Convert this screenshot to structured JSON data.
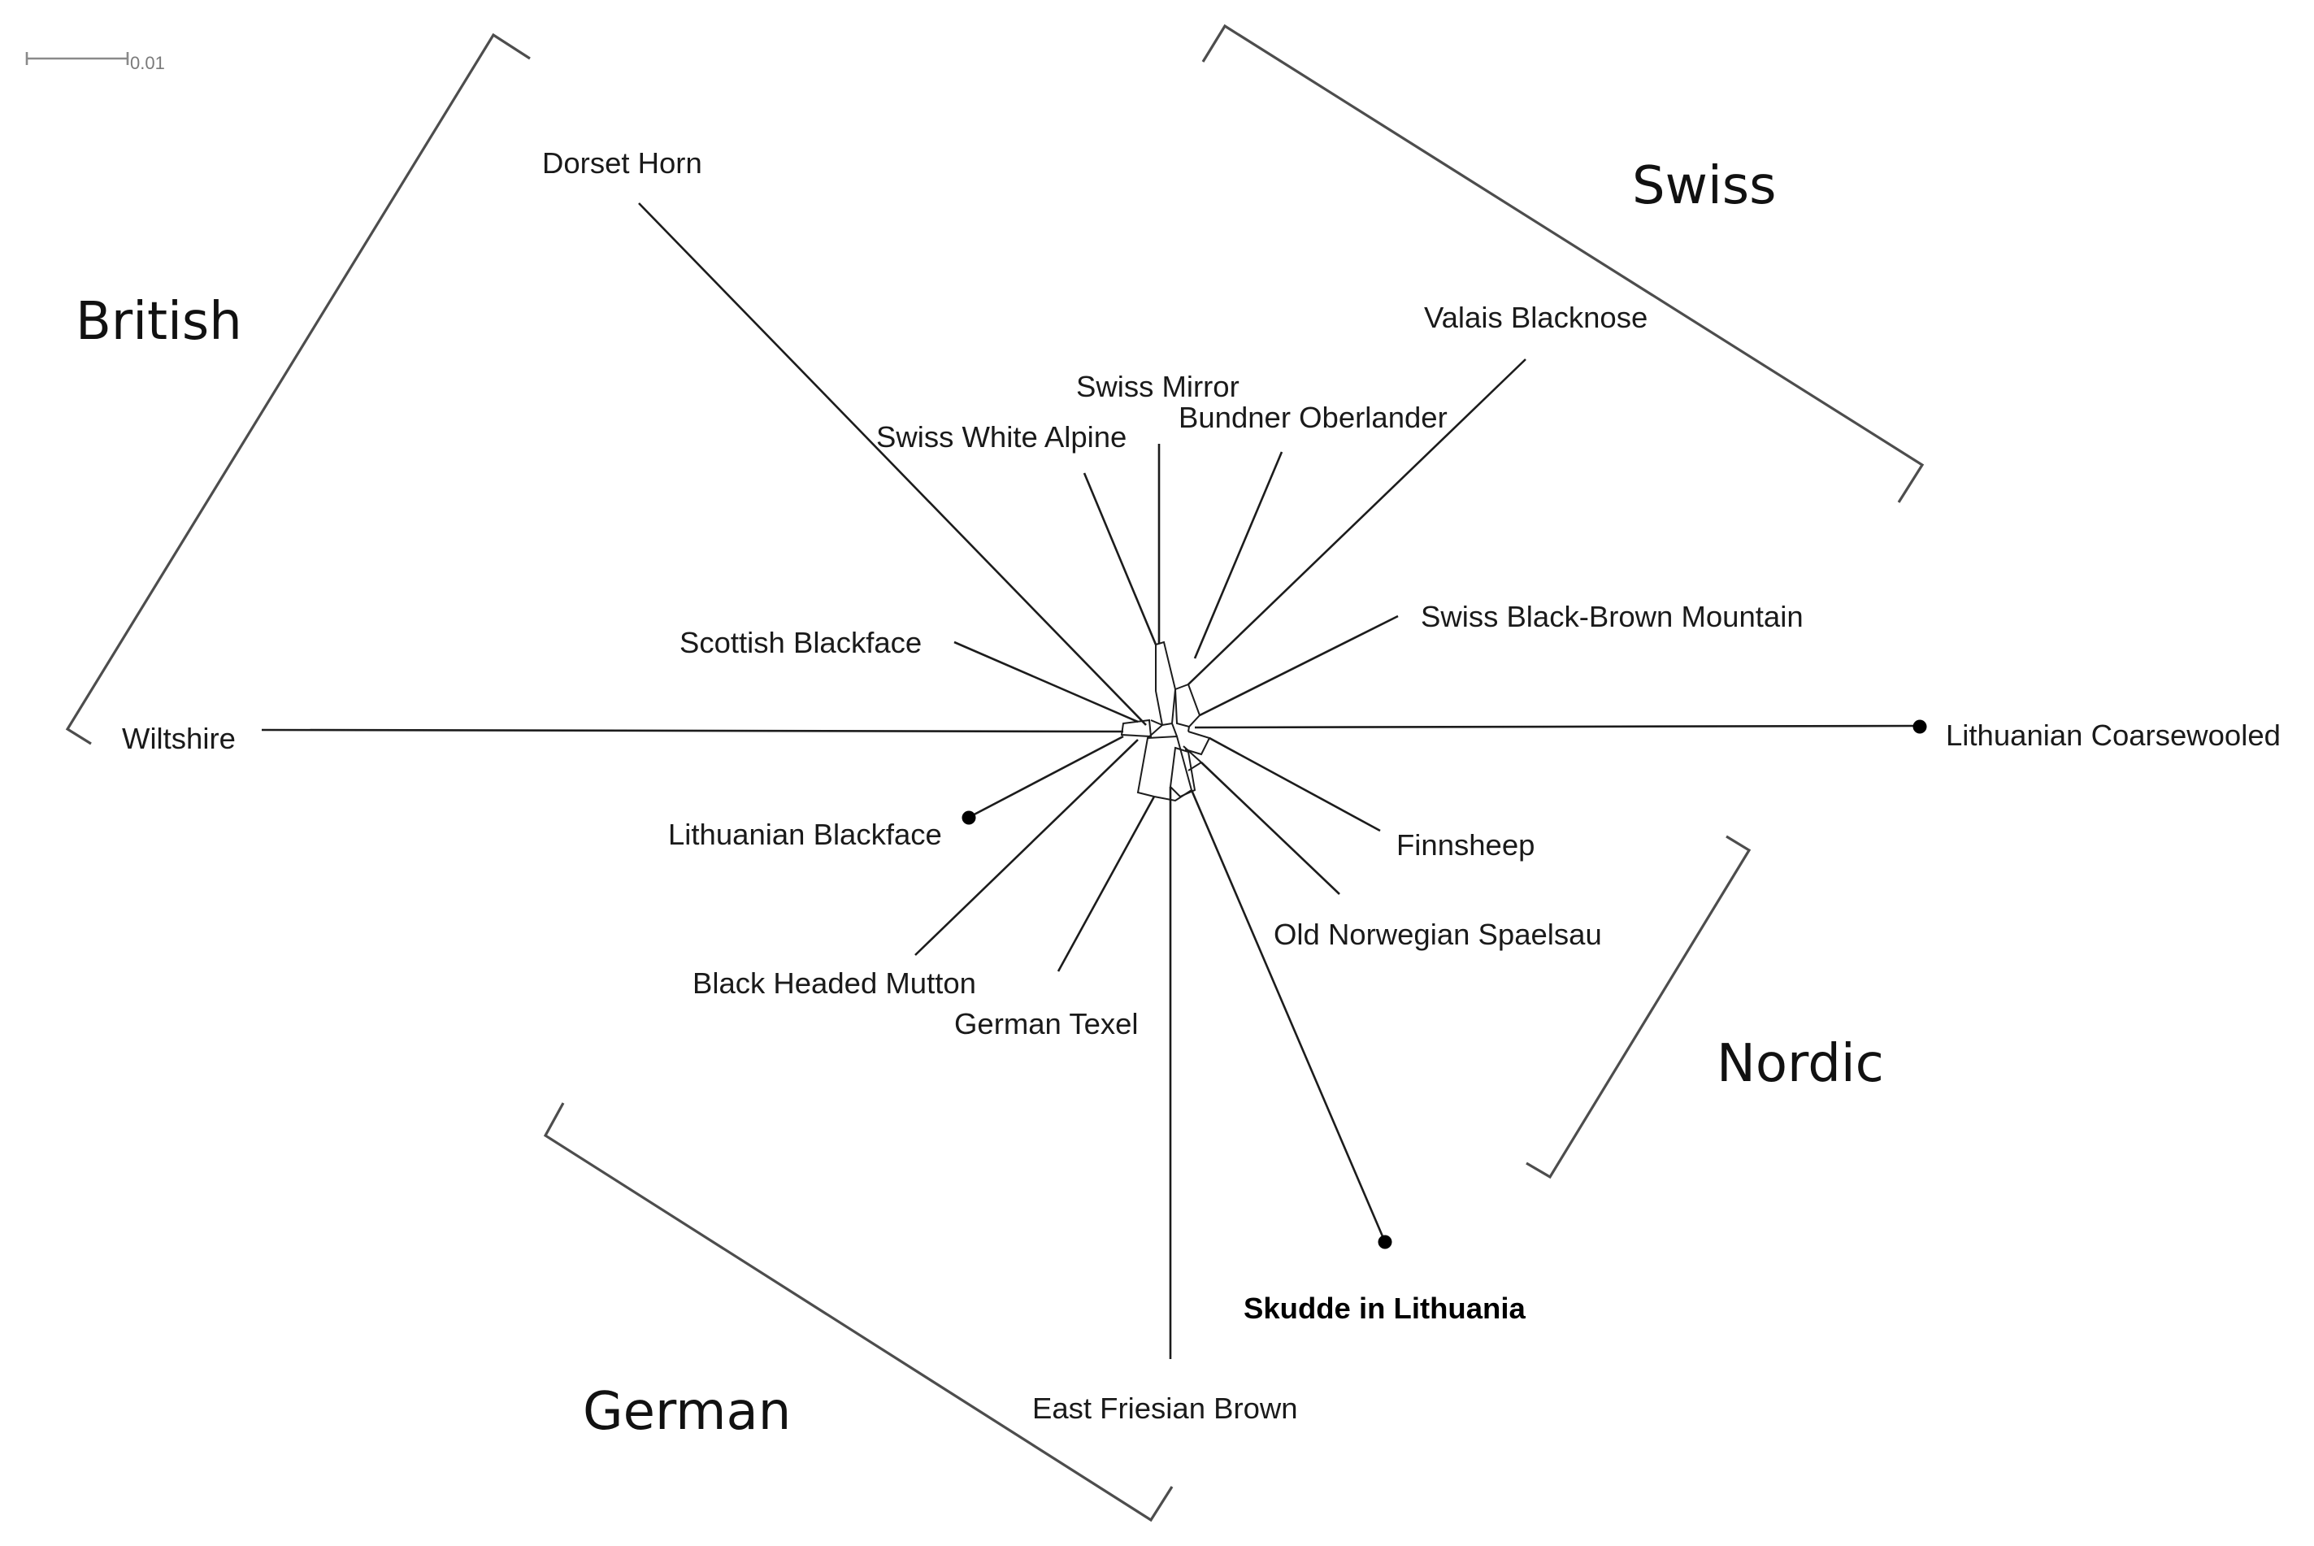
{
  "scale_bar": {
    "label": "0.01"
  },
  "breeds": [
    {
      "id": "dorset-horn",
      "label": "Dorset Horn"
    },
    {
      "id": "swiss-mirror",
      "label": "Swiss Mirror"
    },
    {
      "id": "bundner-oberlander",
      "label": "Bundner Oberlander"
    },
    {
      "id": "swiss-white-alpine",
      "label": "Swiss White Alpine"
    },
    {
      "id": "valais-blacknose",
      "label": "Valais Blacknose"
    },
    {
      "id": "swiss-black-brown-mountain",
      "label": "Swiss Black-Brown Mountain"
    },
    {
      "id": "scottish-blackface",
      "label": "Scottish Blackface"
    },
    {
      "id": "wiltshire",
      "label": "Wiltshire"
    },
    {
      "id": "lithuanian-coarsewooled",
      "label": "Lithuanian Coarsewooled"
    },
    {
      "id": "lithuanian-blackface",
      "label": "Lithuanian Blackface"
    },
    {
      "id": "finnsheep",
      "label": "Finnsheep"
    },
    {
      "id": "old-norwegian-spaelsau",
      "label": "Old Norwegian Spaelsau"
    },
    {
      "id": "black-headed-mutton",
      "label": "Black Headed Mutton"
    },
    {
      "id": "german-texel",
      "label": "German Texel"
    },
    {
      "id": "skudde-in-lithuania",
      "label": "Skudde in Lithuania"
    },
    {
      "id": "east-friesian-brown",
      "label": "East Friesian Brown"
    }
  ],
  "groups": [
    {
      "id": "british",
      "label": "British"
    },
    {
      "id": "swiss",
      "label": "Swiss"
    },
    {
      "id": "nordic",
      "label": "Nordic"
    },
    {
      "id": "german",
      "label": "German"
    }
  ]
}
